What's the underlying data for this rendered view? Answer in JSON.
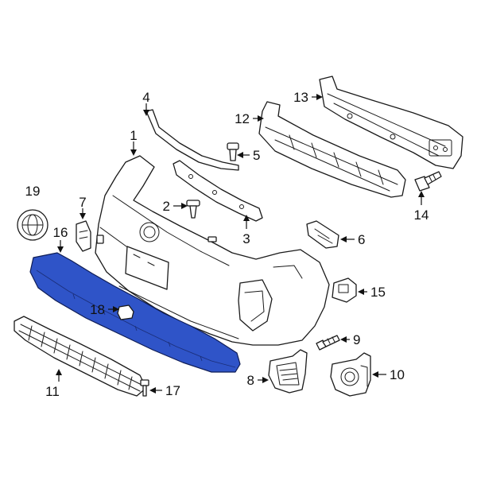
{
  "diagram": {
    "highlight_color": "#2f54c8",
    "highlighted_part": "16",
    "callouts": [
      {
        "id": "c1",
        "label": "1"
      },
      {
        "id": "c2",
        "label": "2"
      },
      {
        "id": "c3",
        "label": "3"
      },
      {
        "id": "c4",
        "label": "4"
      },
      {
        "id": "c5",
        "label": "5"
      },
      {
        "id": "c6",
        "label": "6"
      },
      {
        "id": "c7",
        "label": "7"
      },
      {
        "id": "c8",
        "label": "8"
      },
      {
        "id": "c9",
        "label": "9"
      },
      {
        "id": "c10",
        "label": "10"
      },
      {
        "id": "c11",
        "label": "11"
      },
      {
        "id": "c12",
        "label": "12"
      },
      {
        "id": "c13",
        "label": "13"
      },
      {
        "id": "c14",
        "label": "14"
      },
      {
        "id": "c15",
        "label": "15"
      },
      {
        "id": "c16",
        "label": "16"
      },
      {
        "id": "c17",
        "label": "17"
      },
      {
        "id": "c18",
        "label": "18"
      },
      {
        "id": "c19",
        "label": "19"
      }
    ]
  }
}
